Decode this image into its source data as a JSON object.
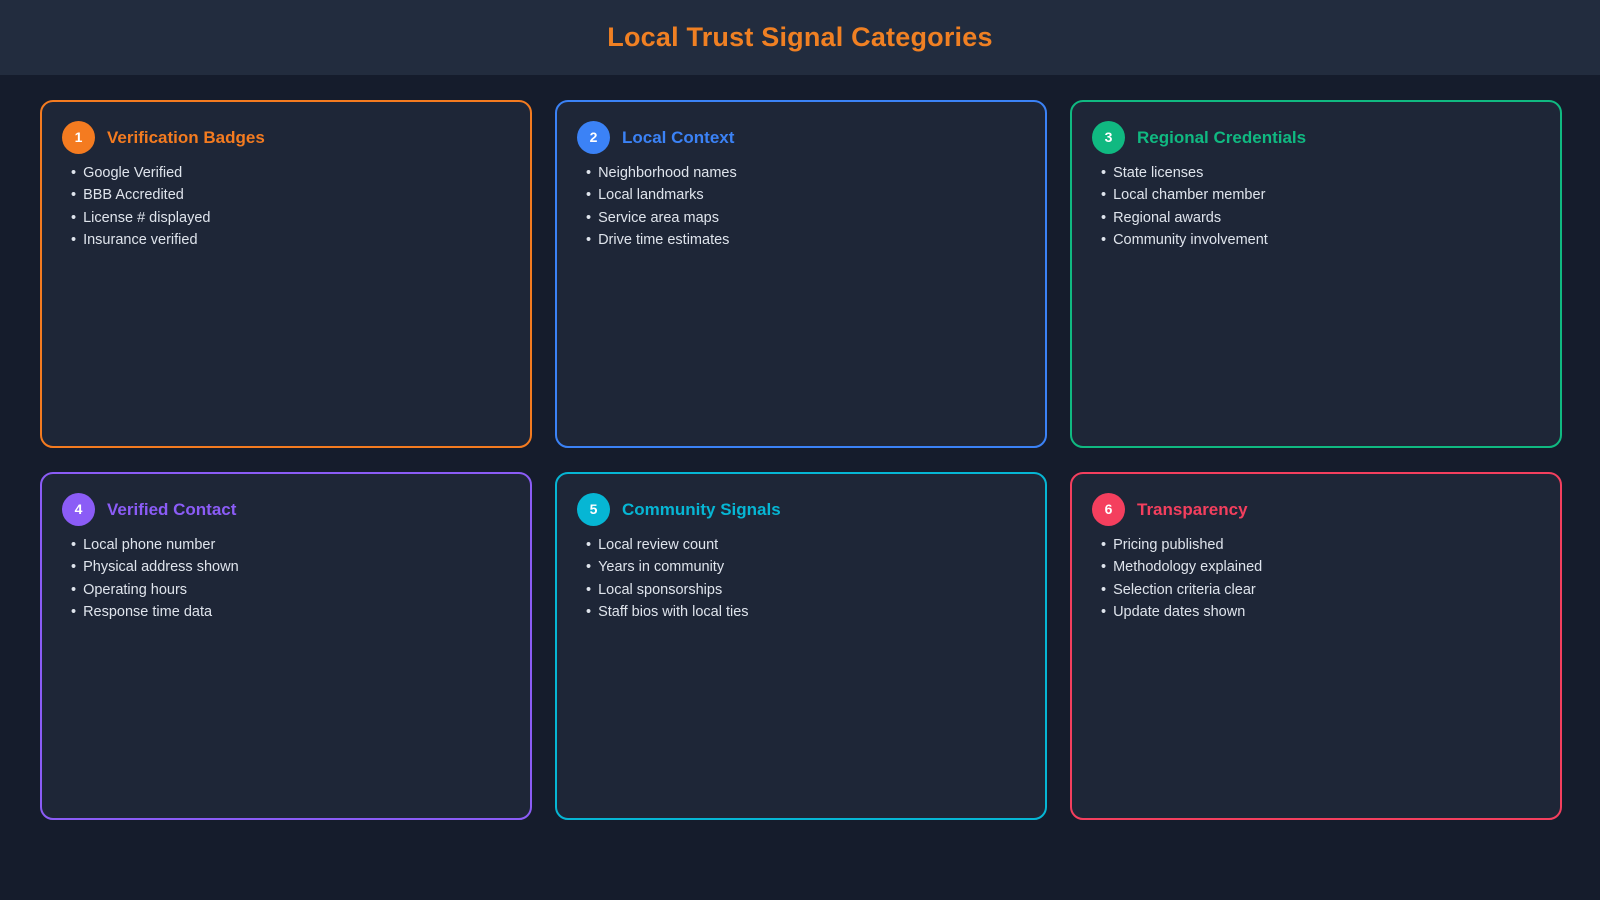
{
  "header": {
    "title": "Local Trust Signal Categories",
    "title_color": "#f08023",
    "band_color": "#222c3e"
  },
  "theme": {
    "page_background": "#151c2c",
    "card_background": "#1e2637",
    "bullet_text_color": "#dfe4ec"
  },
  "cards": [
    {
      "number": "1",
      "title": "Verification Badges",
      "color": "#f47b20",
      "items": [
        "Google Verified",
        "BBB Accredited",
        "License # displayed",
        "Insurance verified"
      ]
    },
    {
      "number": "2",
      "title": "Local Context",
      "color": "#3b82f6",
      "items": [
        "Neighborhood names",
        "Local landmarks",
        "Service area maps",
        "Drive time estimates"
      ]
    },
    {
      "number": "3",
      "title": "Regional Credentials",
      "color": "#10b981",
      "items": [
        "State licenses",
        "Local chamber member",
        "Regional awards",
        "Community involvement"
      ]
    },
    {
      "number": "4",
      "title": "Verified Contact",
      "color": "#8b5cf6",
      "items": [
        "Local phone number",
        "Physical address shown",
        "Operating hours",
        "Response time data"
      ]
    },
    {
      "number": "5",
      "title": "Community Signals",
      "color": "#06b6d4",
      "items": [
        "Local review count",
        "Years in community",
        "Local sponsorships",
        "Staff bios with local ties"
      ]
    },
    {
      "number": "6",
      "title": "Transparency",
      "color": "#f43f5e",
      "items": [
        "Pricing published",
        "Methodology explained",
        "Selection criteria clear",
        "Update dates shown"
      ]
    }
  ],
  "bullet_glyph": "•"
}
